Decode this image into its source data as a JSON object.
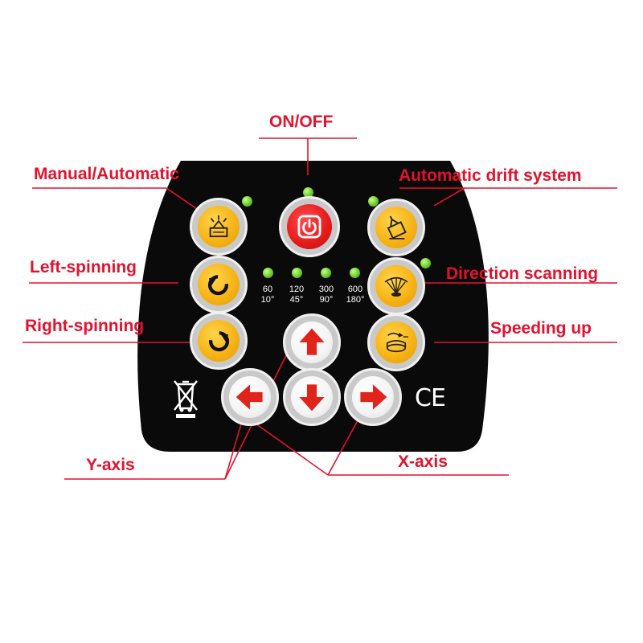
{
  "labels": {
    "on_off": "ON/OFF",
    "manual_automatic": "Manual/Automatic",
    "automatic_drift_system": "Automatic drift system",
    "left_spinning": "Left-spinning",
    "direction_scanning": "Direction scanning",
    "right_spinning": "Right-spinning",
    "speeding_up": "Speeding up",
    "y_axis": "Y-axis",
    "x_axis": "X-axis"
  },
  "speed_settings": [
    {
      "rpm": "60",
      "angle": "10°"
    },
    {
      "rpm": "120",
      "angle": "45°"
    },
    {
      "rpm": "300",
      "angle": "90°"
    },
    {
      "rpm": "600",
      "angle": "180°"
    }
  ],
  "marks": {
    "ce": "CE",
    "weee": "crossed-out-wheelie-bin-icon"
  },
  "colors": {
    "callout": "#e3122e",
    "panel": "#0a0a0a",
    "orange_button": "#f7b416",
    "power_button": "#e51a1a",
    "led": "#6ccc2c"
  },
  "icons": {
    "manual_automatic": "laser-level-icon",
    "power": "power-icon",
    "drift": "tilted-level-icon",
    "left_spin": "counterclockwise-arrow-icon",
    "right_spin": "clockwise-arrow-icon",
    "scan": "scan-fan-icon",
    "speed": "speed-rotation-icon",
    "up": "arrow-up-icon",
    "left": "arrow-left-icon",
    "down": "arrow-down-icon",
    "right": "arrow-right-icon"
  }
}
